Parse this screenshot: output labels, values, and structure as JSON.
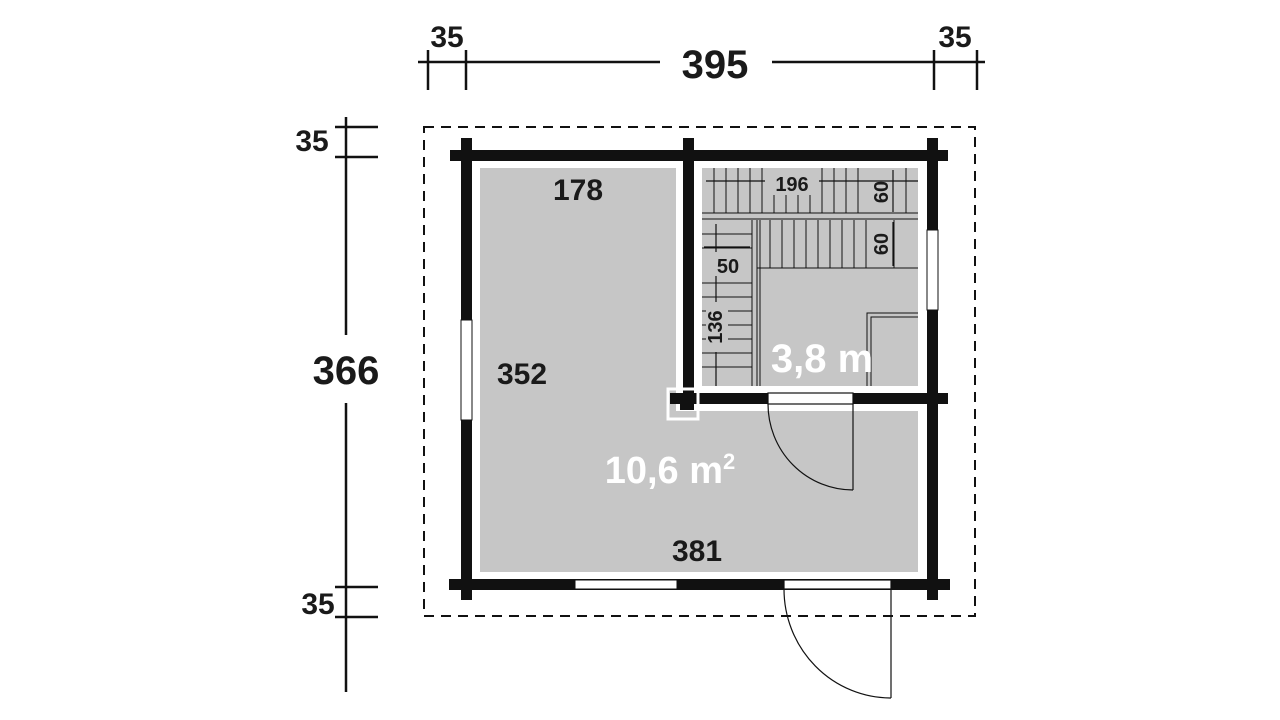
{
  "dimensions": {
    "top_left_wall": "35",
    "total_width": "395",
    "top_right_wall": "35",
    "left_top_wall": "35",
    "total_depth": "366",
    "left_bottom_wall": "35"
  },
  "main_room": {
    "inner_width_top": "178",
    "inner_depth": "352",
    "inner_width_bottom": "381",
    "area_value": "10,6 m",
    "area_unit_sup": "2"
  },
  "sauna": {
    "bench_length": "196",
    "upper_bench_depth": "60",
    "lower_bench_depth": "60",
    "side_bench_width": "50",
    "side_bench_length": "136",
    "area": "3,8 m"
  },
  "colors": {
    "wall": "#111111",
    "floor": "#c6c6c6",
    "background": "#ffffff"
  }
}
